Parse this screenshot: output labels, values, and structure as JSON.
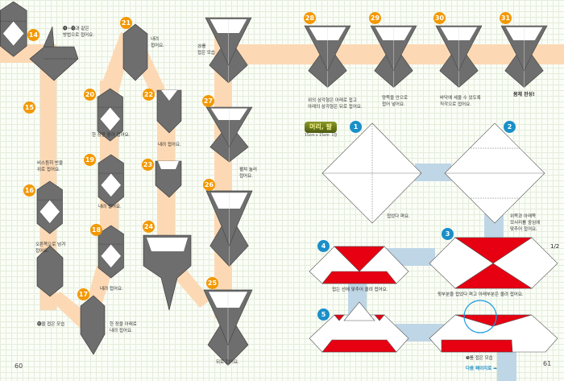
{
  "left_page": {
    "page_number": "60",
    "steps": [
      {
        "num": "14",
        "text": "⓫~⓭과 같은\n방법으로 접어요."
      },
      {
        "num": "15",
        "text": "비스듬히 반을\n위로 접어요."
      },
      {
        "num": "16",
        "text": "오른쪽으로 넘겨\n접어요."
      },
      {
        "num": "",
        "text": "⓰을 접은 모습"
      },
      {
        "num": "17",
        "text": "한 장을 아래로\n내려 접어요."
      },
      {
        "num": "18",
        "text": "내려 접어요."
      },
      {
        "num": "19",
        "text": "내려 접어요."
      },
      {
        "num": "20",
        "text": "한 장만 올려 접어요."
      },
      {
        "num": "21",
        "text": "내려\n접어요."
      },
      {
        "num": "22",
        "text": "내려 접어요."
      },
      {
        "num": "23",
        "text": ""
      },
      {
        "num": "24",
        "text": ""
      },
      {
        "num": "",
        "text": "㉖를\n접은 모습"
      },
      {
        "num": "27",
        "text": "펼쳐 눌러\n접어요."
      },
      {
        "num": "26",
        "text": ""
      },
      {
        "num": "25",
        "text": "뒤로 접어요."
      }
    ]
  },
  "right_page": {
    "page_number": "61",
    "steps": [
      {
        "num": "28",
        "text": "위의 삼각형은 아래로 접고\n아래의 삼각형은 뒤로 접어요."
      },
      {
        "num": "29",
        "text": "양쪽을 안으로\n접어 넣어요."
      },
      {
        "num": "30",
        "text": "바닥에 세울 수 있도록\n직각으로 접어요."
      },
      {
        "num": "31",
        "text": "몸체 완성!"
      }
    ],
    "section": {
      "title": "머리, 팔",
      "paper": "15cm x 15cm  1장"
    },
    "head_steps": [
      {
        "num": "1",
        "text": "접었다 펴요."
      },
      {
        "num": "2",
        "text": "위쪽과 아래쪽\n모서리를 중심에\n맞추어 접어요."
      },
      {
        "num": "3",
        "text": "윗부분을 접었다 펴고 아래부분은 올려 접어요."
      },
      {
        "num": "4",
        "text": "접는 선에 맞추어 올려 접어요."
      },
      {
        "num": "5",
        "text": ""
      },
      {
        "num": "",
        "text": "❺를 접은 모습"
      }
    ],
    "next_page": "다음 페이지로 ➡",
    "half_mark": "1/2"
  },
  "colors": {
    "left_path": "#fcd9b4",
    "right_path": "#bfd6e6",
    "paper_gray": "#6e6e6e",
    "paper_red": "#e60012",
    "step_orange": "#f39800",
    "step_blue": "#1a8fc9"
  }
}
